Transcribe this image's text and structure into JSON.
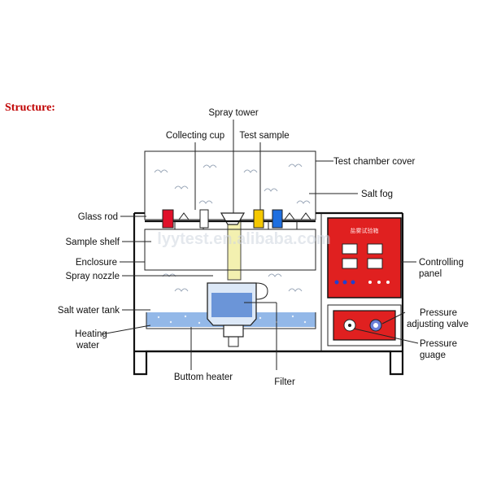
{
  "heading": "Structure:",
  "watermark": "lyytest.en.alibaba.com",
  "panel_title": "盐雾试验箱",
  "labels": {
    "spray_tower": "Spray tower",
    "collecting_cup": "Collecting cup",
    "test_sample": "Test sample",
    "test_chamber_cover": "Test chamber cover",
    "salt_fog": "Salt fog",
    "glass_rod": "Glass rod",
    "sample_shelf": "Sample shelf",
    "enclosure": "Enclosure",
    "spray_nozzle": "Spray nozzle",
    "salt_water_tank": "Salt water tank",
    "heating_water_1": "Heating",
    "heating_water_2": "water",
    "controlling_panel_1": "Controlling",
    "controlling_panel_2": "panel",
    "pressure_adjusting_valve_1": "Pressure",
    "pressure_adjusting_valve_2": "adjusting valve",
    "pressure_guage_1": "Pressure",
    "pressure_guage_2": "guage",
    "buttom_heater": "Buttom heater",
    "filter": "Filter"
  },
  "colors": {
    "heading": "#c00000",
    "panel": "#e02020",
    "water": "#6fa0e0",
    "sample_red": "#e0102a",
    "sample_yellow": "#f5c800",
    "sample_blue": "#1e6fe0",
    "spray_tower": "#f3f0b0"
  }
}
